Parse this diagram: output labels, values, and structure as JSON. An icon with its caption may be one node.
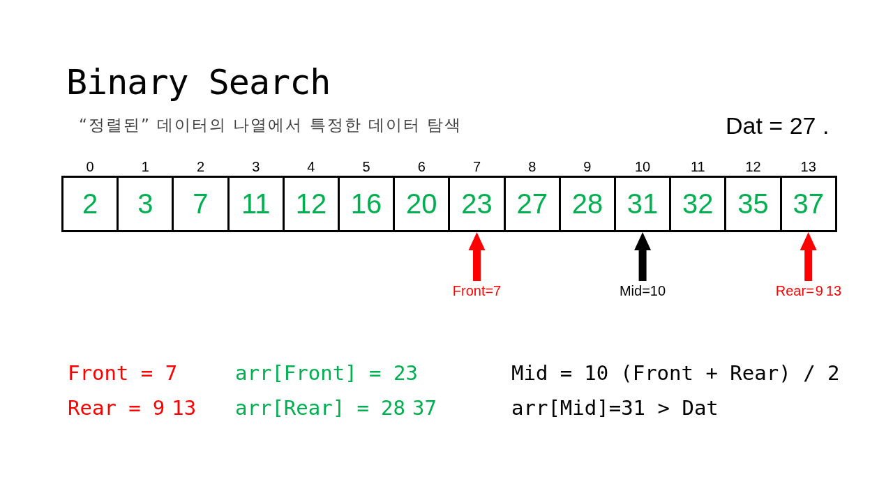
{
  "diagram": {
    "title": "Binary Search",
    "nodes": [
      {
        "text": [
          "2"
        ],
        "beside": [
          "0"
        ]
      },
      {
        "text": [
          "3"
        ],
        "beside": [
          "1"
        ]
      },
      {
        "text": [
          "7"
        ],
        "beside": [
          "2"
        ]
      },
      {
        "text": [
          "11"
        ],
        "beside": [
          "3"
        ]
      },
      {
        "text": [
          "12"
        ],
        "beside": [
          "4"
        ]
      },
      {
        "text": [
          "16"
        ],
        "beside": [
          "5"
        ]
      },
      {
        "text": [
          "20"
        ],
        "beside": [
          "6"
        ]
      },
      {
        "text": [
          "23"
        ],
        "beside": [
          "7"
        ]
      },
      {
        "text": [
          "27"
        ],
        "beside": [
          "8"
        ]
      },
      {
        "text": [
          "28"
        ],
        "beside": [
          "9"
        ]
      },
      {
        "text": [
          "31"
        ],
        "beside": [
          "10"
        ]
      },
      {
        "text": [
          "32"
        ],
        "beside": [
          "11"
        ]
      },
      {
        "text": [
          "35"
        ],
        "beside": [
          "12"
        ]
      },
      {
        "text": [
          "37"
        ],
        "beside": [
          "13"
        ]
      },
      {
        "text": [
          "Front=7"
        ]
      },
      {
        "text": [
          "Mid=10"
        ]
      },
      {
        "text": [
          "Rear=",
          "9",
          "13"
        ]
      }
    ],
    "edges": [
      {
        "from": 14,
        "to": 7,
        "arrow": "to"
      },
      {
        "from": 15,
        "to": 10,
        "arrow": "to",
        "color": "#000000"
      },
      {
        "from": 16,
        "to": 13,
        "arrow": "to"
      }
    ],
    "labels": [
      "“정렬된” 데이터의 나열에서 특정한 데이터 탐색",
      "Dat = 27 .",
      "Front = 7",
      "arr[Front] = 23",
      "Mid =",
      "10",
      "(Front + Rear) / 2",
      "Rear =",
      "9",
      "13",
      "arr[Rear] =",
      "28",
      "37",
      "arr[Mid]=31 > Dat"
    ]
  }
}
